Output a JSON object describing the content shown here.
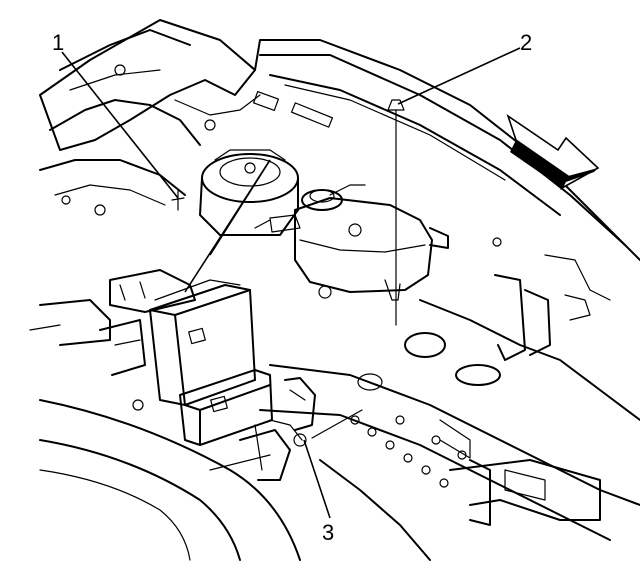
{
  "diagram": {
    "callouts": [
      {
        "id": "1",
        "label": "1"
      },
      {
        "id": "2",
        "label": "2"
      },
      {
        "id": "3",
        "label": "3"
      }
    ],
    "colors": {
      "ink": "#000000",
      "paper": "#ffffff"
    },
    "icons": {
      "direction_arrow": "front-direction-arrow-icon"
    }
  }
}
